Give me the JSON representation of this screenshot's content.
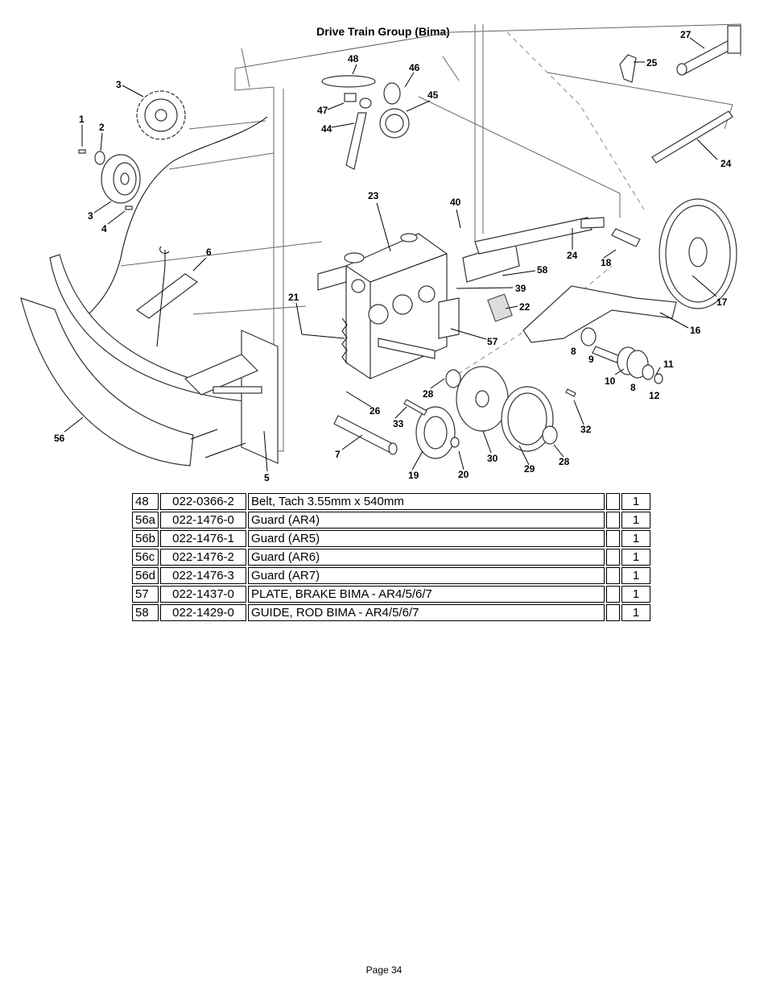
{
  "diagram": {
    "title": "Drive Train Group (Bima)",
    "callouts": [
      "1",
      "2",
      "3",
      "3",
      "4",
      "5",
      "6",
      "7",
      "8",
      "8",
      "9",
      "10",
      "11",
      "12",
      "16",
      "17",
      "18",
      "19",
      "20",
      "21",
      "22",
      "23",
      "24",
      "24",
      "25",
      "26",
      "27",
      "28",
      "28",
      "29",
      "30",
      "32",
      "33",
      "39",
      "40",
      "44",
      "45",
      "46",
      "47",
      "48",
      "56",
      "57",
      "58"
    ]
  },
  "parts_table": {
    "rows": [
      {
        "item": "48",
        "part": "022-0366-2",
        "desc": "Belt, Tach 3.55mm x 540mm",
        "note": "",
        "qty": "1"
      },
      {
        "item": "56a",
        "part": "022-1476-0",
        "desc": "Guard  (AR4)",
        "note": "",
        "qty": "1"
      },
      {
        "item": "56b",
        "part": "022-1476-1",
        "desc": "Guard  (AR5)",
        "note": "",
        "qty": "1"
      },
      {
        "item": "56c",
        "part": "022-1476-2",
        "desc": "Guard  (AR6)",
        "note": "",
        "qty": "1"
      },
      {
        "item": "56d",
        "part": "022-1476-3",
        "desc": "Guard  (AR7)",
        "note": "",
        "qty": "1"
      },
      {
        "item": "57",
        "part": "022-1437-0",
        "desc": "PLATE, BRAKE BIMA - AR4/5/6/7",
        "note": "",
        "qty": "1"
      },
      {
        "item": "58",
        "part": "022-1429-0",
        "desc": "GUIDE, ROD BIMA - AR4/5/6/7",
        "note": "",
        "qty": "1"
      }
    ]
  },
  "footer": {
    "page_label": "Page 34"
  }
}
